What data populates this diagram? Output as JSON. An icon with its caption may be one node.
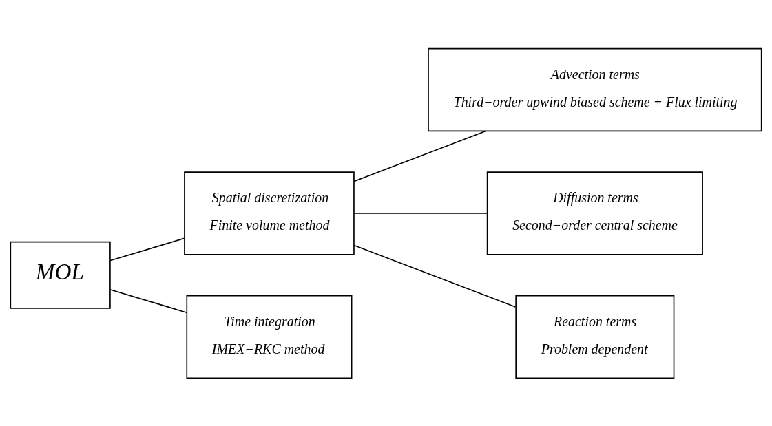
{
  "diagram": {
    "nodes": [
      {
        "text": [
          "MOL"
        ]
      },
      {
        "text": [
          "Spatial discretization",
          "Finite volume method"
        ]
      },
      {
        "text": [
          "Time integration",
          "IMEX−RKC method"
        ]
      },
      {
        "text": [
          "Advection terms",
          "Third−order upwind biased scheme + Flux limiting"
        ]
      },
      {
        "text": [
          "Diffusion terms",
          "Second−order central scheme"
        ]
      },
      {
        "text": [
          "Reaction terms",
          "Problem dependent"
        ]
      }
    ],
    "edges": [
      {
        "from": 0,
        "to": 1,
        "arrow": "none"
      },
      {
        "from": 0,
        "to": 2,
        "arrow": "none"
      },
      {
        "from": 1,
        "to": 3,
        "arrow": "none"
      },
      {
        "from": 1,
        "to": 4,
        "arrow": "none"
      },
      {
        "from": 1,
        "to": 5,
        "arrow": "none"
      }
    ]
  }
}
